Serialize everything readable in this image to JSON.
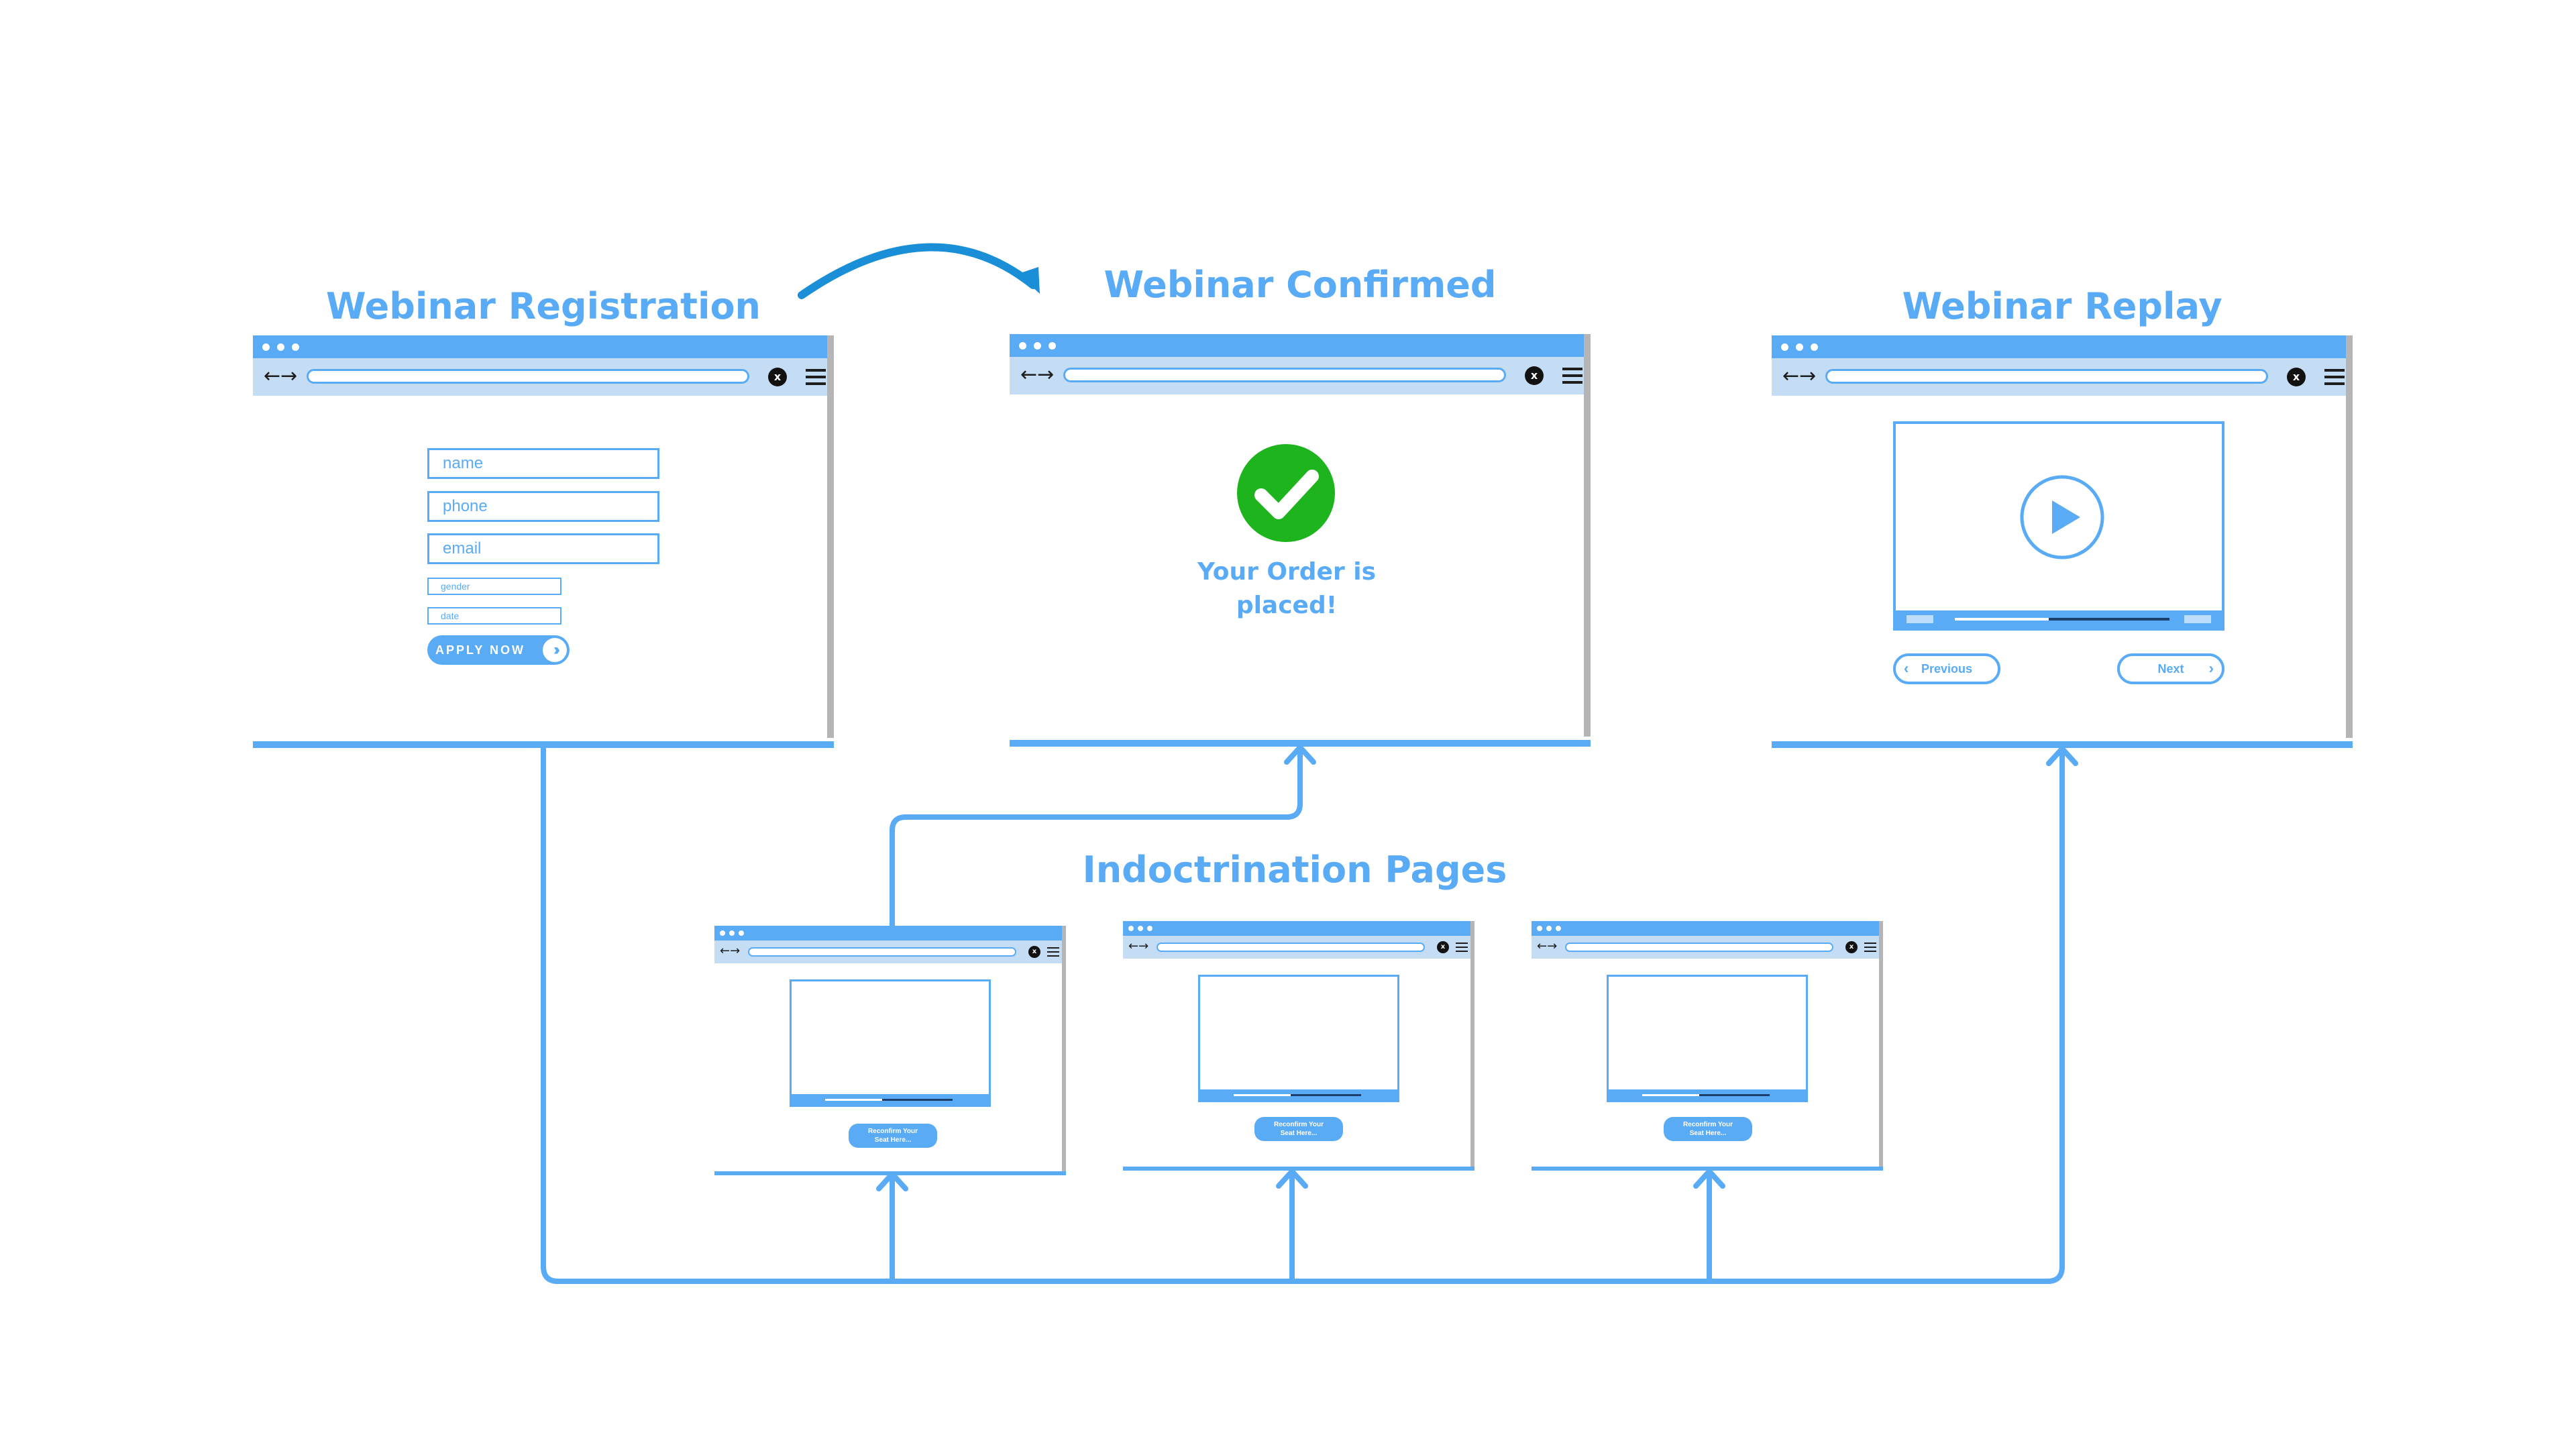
{
  "diagram": {
    "titles": {
      "registration": "Webinar Registration",
      "confirmed": "Webinar Confirmed",
      "replay": "Webinar Replay",
      "indoctrination": "Indoctrination Pages"
    },
    "registration_form": {
      "name_placeholder": "name",
      "phone_placeholder": "phone",
      "email_placeholder": "email",
      "gender_placeholder": "gender",
      "date_placeholder": "date",
      "apply_label": "APPLY NOW"
    },
    "confirmation": {
      "message_line1": "Your Order is",
      "message_line2": "placed!"
    },
    "replay": {
      "previous_label": "Previous",
      "next_label": "Next"
    },
    "indoctrination_pages": [
      {
        "button_line1": "Reconfirm Your",
        "button_line2": "Seat Here..."
      },
      {
        "button_line1": "Reconfirm Your",
        "button_line2": "Seat Here..."
      },
      {
        "button_line1": "Reconfirm Your",
        "button_line2": "Seat Here..."
      }
    ],
    "browser": {
      "close_symbol": "x"
    },
    "colors": {
      "accent": "#5aabf5",
      "arrow_dark": "#1a8fd8",
      "check_green": "#1db41d",
      "nav_bar": "#c5ddf4",
      "scrollbar": "#b5b5b5"
    },
    "icons": [
      "check-icon",
      "play-icon",
      "menu-icon",
      "close-icon",
      "back-forward-icon",
      "chevron-left-icon",
      "chevron-right-icon",
      "double-chevron-icon"
    ]
  }
}
